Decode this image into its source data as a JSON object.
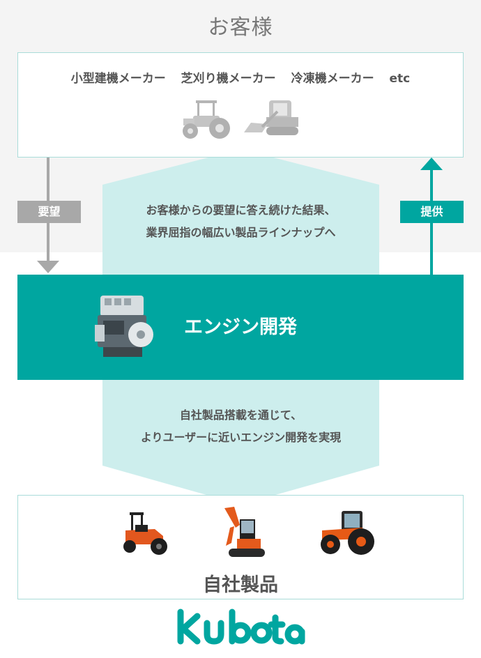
{
  "top_title": "お客様",
  "customers": [
    "小型建機メーカー",
    "芝刈り機メーカー",
    "冷凍機メーカー",
    "etc"
  ],
  "demand_tag": "要望",
  "supply_tag": "提供",
  "upper_message": [
    "お客様からの要望に答え続けた結果、",
    "業界屈指の幅広い製品ラインナップへ"
  ],
  "engine_title": "エンジン開発",
  "lower_message": [
    "自社製品搭載を通じて、",
    "よりユーザーに近いエンジン開発を実現"
  ],
  "products_label": "自社製品",
  "logo_text": "Kubota",
  "colors": {
    "teal": "#00a6a0",
    "light_teal": "#cdeeed",
    "gray": "#a0a0a0",
    "text": "#555555"
  }
}
